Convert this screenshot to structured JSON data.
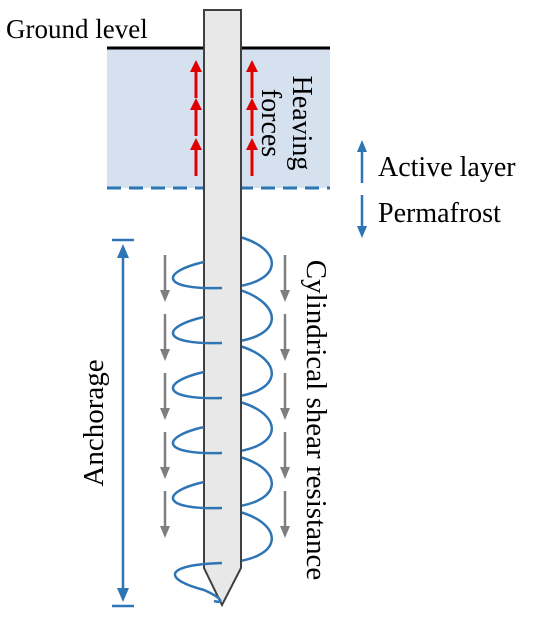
{
  "labels": {
    "ground_level": "Ground level",
    "heaving_forces_line1": "Heaving",
    "heaving_forces_line2": "forces",
    "active_layer": "Active layer",
    "permafrost": "Permafrost",
    "anchorage": "Anchorage",
    "cylindrical_shear_resistance": "Cylindrical shear resistance"
  },
  "colors": {
    "active_layer_fill": "#d6e1f0",
    "boundary_line": "#2e75b6",
    "ground_line": "#000000",
    "heaving_arrow": "#e00000",
    "shear_arrow": "#7f7f7f",
    "helix": "#2e75b6",
    "pile_fill": "#e8e8e8",
    "pile_stroke": "#404040"
  }
}
